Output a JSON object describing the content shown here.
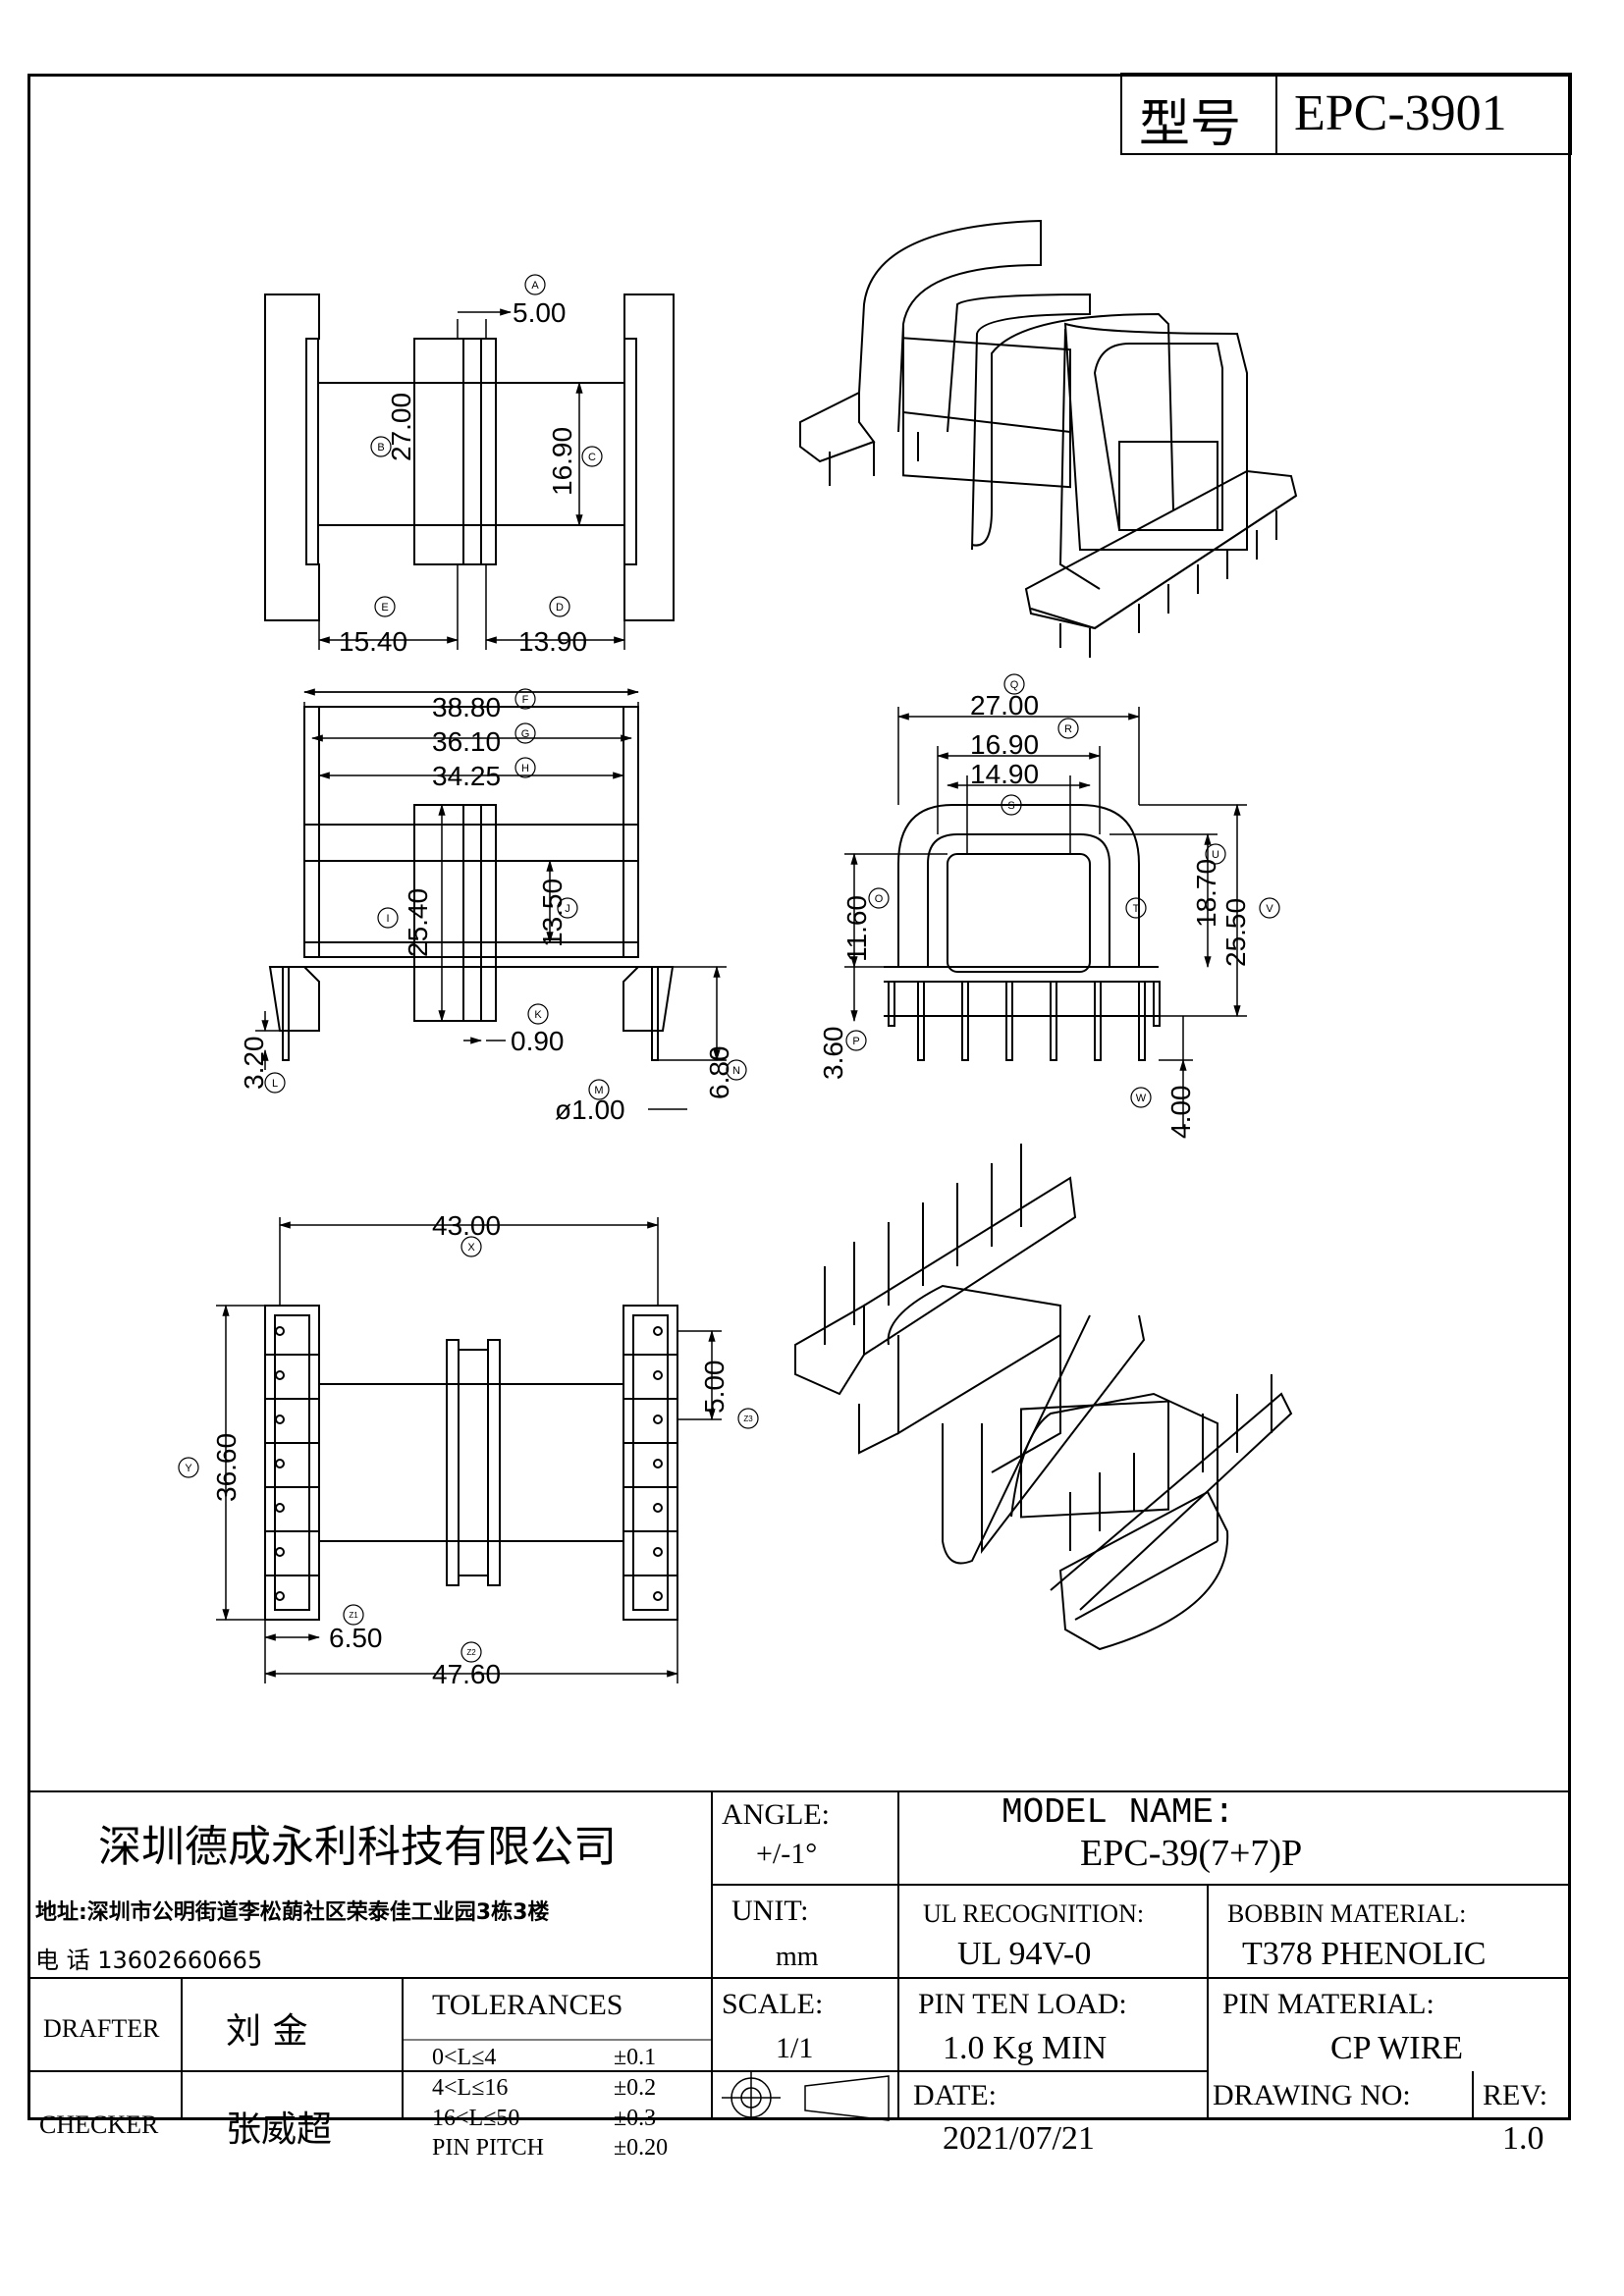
{
  "header": {
    "label": "型号",
    "model": "EPC-3901"
  },
  "views": {
    "top": {
      "labels": {
        "a": "A",
        "b": "B",
        "c": "C",
        "d": "D",
        "e": "E"
      },
      "dims": {
        "a": "5.00",
        "b": "27.00",
        "c": "16.90",
        "d": "13.90",
        "e": "15.40"
      }
    },
    "front": {
      "labels": {
        "f": "F",
        "g": "G",
        "h": "H",
        "i": "I",
        "j": "J",
        "k": "K",
        "l": "L",
        "m": "M",
        "n": "N"
      },
      "dims": {
        "f": "38.80",
        "g": "36.10",
        "h": "34.25",
        "i": "25.40",
        "j": "13.50",
        "k": "0.90",
        "l": "3.20",
        "m": "ø1.00",
        "n": "6.80"
      }
    },
    "side": {
      "labels": {
        "o": "O",
        "p": "P",
        "q": "Q",
        "r": "R",
        "s": "S",
        "t": "T",
        "u": "U",
        "v": "V",
        "w": "W"
      },
      "dims": {
        "q": "27.00",
        "r": "16.90",
        "s": "14.90",
        "o": "11.60",
        "u": "18.70",
        "v": "25.50",
        "p": "3.60",
        "w": "4.00"
      }
    },
    "bottom": {
      "labels": {
        "x": "X",
        "y": "Y",
        "z1": "Z1",
        "z2": "Z2",
        "z3": "Z3"
      },
      "dims": {
        "x": "43.00",
        "y": "36.60",
        "z1": "6.50",
        "z2": "47.60",
        "z3": "5.00"
      }
    }
  },
  "title_block": {
    "company": "深圳德成永利科技有限公司",
    "address": "地址:深圳市公明街道李松蓢社区荣泰佳工业园3栋3楼",
    "phone": "电 话  13602660665",
    "angle_label": "ANGLE:",
    "angle_value": "+/-1°",
    "model_name_label": "MODEL NAME:",
    "model_name_value": "EPC-39(7+7)P",
    "unit_label": "UNIT:",
    "unit_value": "mm",
    "ul_label": "UL RECOGNITION:",
    "ul_value": "UL 94V-0",
    "bobbin_label": "BOBBIN MATERIAL:",
    "bobbin_value": "T378 PHENOLIC",
    "drafter_label": "DRAFTER",
    "drafter_value": "刘  金",
    "checker_label": "CHECKER",
    "checker_value": "张威超",
    "tolerances_label": "TOLERANCES",
    "tolerances": [
      {
        "range": "0<L≤4",
        "value": "±0.1"
      },
      {
        "range": "4<L≤16",
        "value": "±0.2"
      },
      {
        "range": "16<L≤50",
        "value": "±0.3"
      },
      {
        "range": "PIN PITCH",
        "value": "±0.20"
      }
    ],
    "scale_label": "SCALE:",
    "scale_value": "1/1",
    "pin_load_label": "PIN TEN LOAD:",
    "pin_load_value": "1.0 Kg MIN",
    "pin_material_label": "PIN MATERIAL:",
    "pin_material_value": "CP WIRE",
    "date_label": "DATE:",
    "date_value": "2021/07/21",
    "drawing_no_label": "DRAWING NO:",
    "rev_label": "REV:",
    "rev_value": "1.0"
  }
}
